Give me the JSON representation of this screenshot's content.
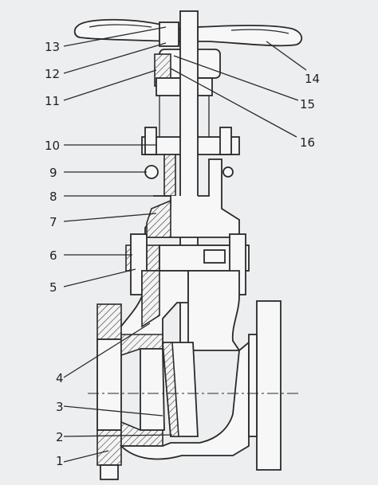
{
  "callouts": [
    {
      "id": "13",
      "label": "13"
    },
    {
      "id": "12",
      "label": "12"
    },
    {
      "id": "11",
      "label": "11"
    },
    {
      "id": "10",
      "label": "10"
    },
    {
      "id": "9",
      "label": "9"
    },
    {
      "id": "8",
      "label": "8"
    },
    {
      "id": "7",
      "label": "7"
    },
    {
      "id": "6",
      "label": "6"
    },
    {
      "id": "5",
      "label": "5"
    },
    {
      "id": "4",
      "label": "4"
    },
    {
      "id": "3",
      "label": "3"
    },
    {
      "id": "2",
      "label": "2"
    },
    {
      "id": "1",
      "label": "1"
    },
    {
      "id": "14",
      "label": "14"
    },
    {
      "id": "15",
      "label": "15"
    },
    {
      "id": "16",
      "label": "16"
    }
  ]
}
